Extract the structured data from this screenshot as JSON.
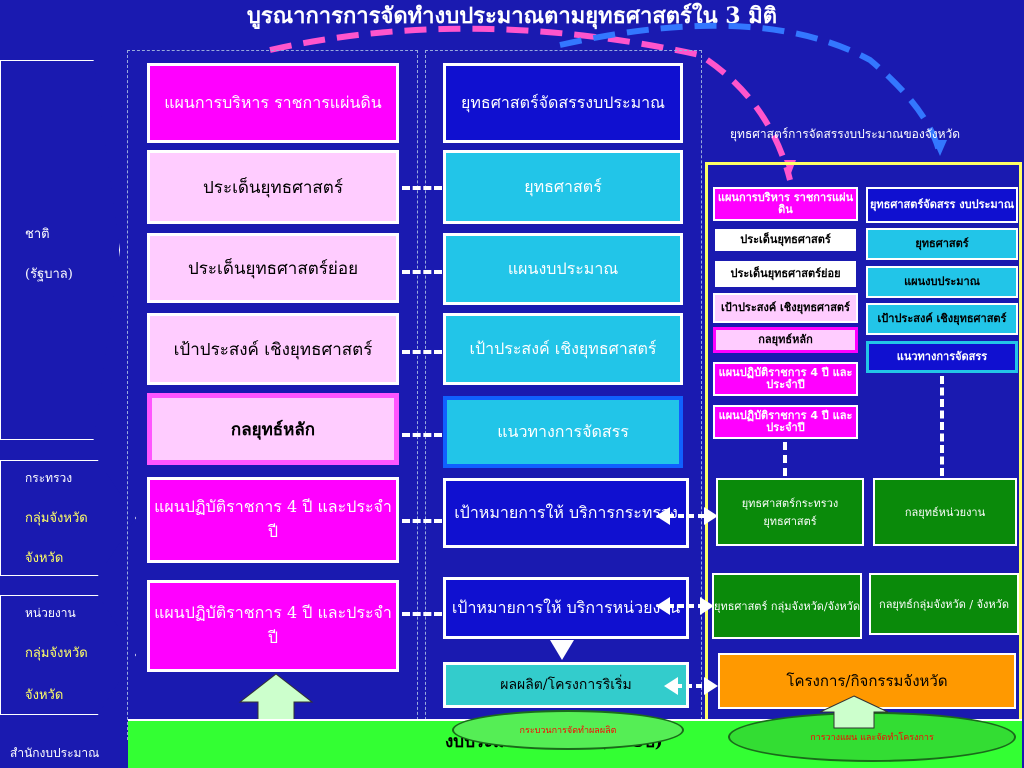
{
  "title": "บูรณาการการจัดทำงบประมาณตามยุทธศาสตร์ใน 3 มิติ",
  "province_strategy_caption": "ยุทธศาสตร์การจัดสรรงบประมาณของจังหวัด",
  "left_labels": {
    "nation": [
      "ชาติ",
      "(รัฐบาล)"
    ],
    "ministry": [
      "กระทรวง",
      "กลุ่มจังหวัด",
      "จังหวัด"
    ],
    "agency": [
      "หน่วยงาน",
      "กลุ่มจังหวัด",
      "จังหวัด"
    ],
    "bureau": "สำนักงบประมาณ"
  },
  "col1": [
    "แผนการบริหาร ราชการแผ่นดิน",
    "ประเด็นยุทธศาสตร์",
    "ประเด็นยุทธศาสตร์ย่อย",
    "เป้าประสงค์ เชิงยุทธศาสตร์",
    "กลยุทธ์หลัก",
    "แผนปฏิบัติราชการ 4 ปี และประจำปี",
    "แผนปฏิบัติราชการ 4 ปี และประจำปี"
  ],
  "col2": [
    "ยุทธศาสตร์จัดสรรงบประมาณ",
    "ยุทธศาสตร์",
    "แผนงบประมาณ",
    "เป้าประสงค์ เชิงยุทธศาสตร์",
    "แนวทางการจัดสรร",
    "เป้าหมายการให้ บริการกระทรวง",
    "เป้าหมายการให้ บริการหน่วยงาน",
    "ผลผลิต/โครงการริเริ่ม"
  ],
  "prov_left": [
    "แผนการบริหาร ราชการแผ่นดิน",
    "ประเด็นยุทธศาสตร์",
    "ประเด็นยุทธศาสตร์ย่อย",
    "เป้าประสงค์ เชิงยุทธศาสตร์",
    "กลยุทธ์หลัก",
    "แผนปฏิบัติราชการ 4 ปี และประจำปี",
    "แผนปฏิบัติราชการ 4 ปี และประจำปี"
  ],
  "prov_right": [
    "ยุทธศาสตร์จัดสรร งบประมาณ",
    "ยุทธศาสตร์",
    "แผนงบประมาณ",
    "เป้าประสงค์ เชิงยุทธศาสตร์",
    "แนวทางการจัดสรร"
  ],
  "green_boxes": [
    "ยุทธศาสตร์กระทรวง ยุทธศาสตร์",
    "กลยุทธ์หน่วยงาน",
    "ยุทธศาสตร์ กลุ่มจังหวัด/จังหวัด",
    "กลยุทธ์กลุ่มจังหวัด / จังหวัด"
  ],
  "project_box": "โครงการ/กิจกรรมจังหวัด",
  "bottom_bar": "งบประมาณ MTEF (1+3ปี)",
  "bottom_oval_left": "กระบวนการจัดทำผลผลิต",
  "bottom_oval_right": "การวางแผน และจัดทำโครงการ",
  "colors": {
    "background": "#1a1ab0",
    "magenta": "#ff00ff",
    "light_pink": "#ffccff",
    "cyan": "#22c5e8",
    "navy": "#1010d0",
    "green": "#0a8a0a",
    "orange": "#ff9900",
    "yellow_frame": "#ffff66",
    "bar_green": "#33ff33"
  }
}
